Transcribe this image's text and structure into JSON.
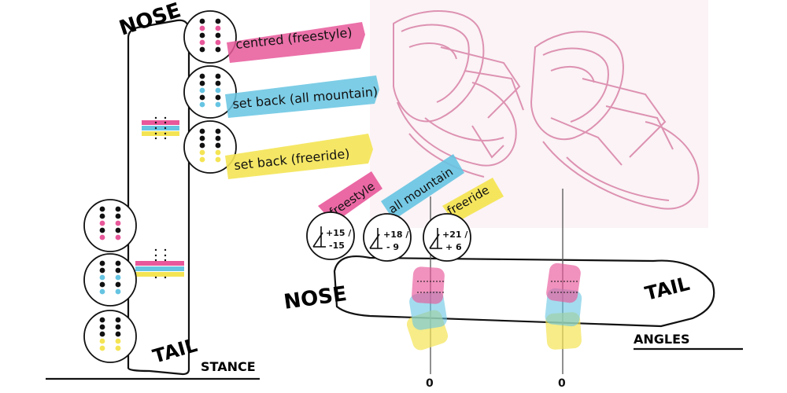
{
  "colors": {
    "pink": "#e8589a",
    "blue": "#66c4e2",
    "yellow": "#f4e454",
    "sketch": "#d4729a",
    "black": "#111111"
  },
  "stance": {
    "title": "STANCE",
    "nose": "NOSE",
    "tail": "TAIL",
    "options": [
      {
        "label": "centred (freestyle)",
        "color": "pink"
      },
      {
        "label": "set back (all mountain)",
        "color": "blue"
      },
      {
        "label": "set back (freeride)",
        "color": "yellow"
      }
    ]
  },
  "angles": {
    "title": "ANGLES",
    "nose": "NOSE",
    "tail": "TAIL",
    "zero_front": "0",
    "zero_back": "0",
    "options": [
      {
        "label": "freestyle",
        "color": "pink",
        "front": "+15 /",
        "back": "-15"
      },
      {
        "label": "all mountain",
        "color": "blue",
        "front": "+18 /",
        "back": "- 9"
      },
      {
        "label": "freeride",
        "color": "yellow",
        "front": "+21 /",
        "back": "+ 6"
      }
    ]
  }
}
